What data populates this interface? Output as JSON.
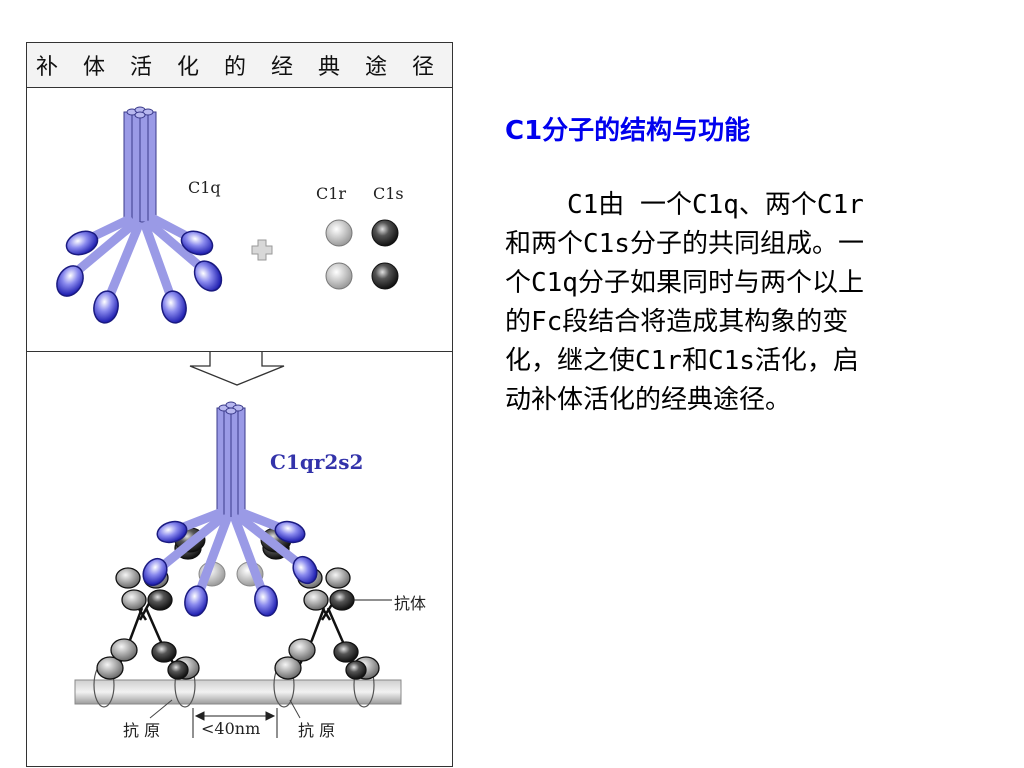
{
  "diagram": {
    "title": "补 体 活 化 的 经 典 途 径",
    "labels": {
      "c1q": "C1q",
      "c1r": "C1r",
      "c1s": "C1s",
      "complex": "C1qr2s2",
      "antibody": "抗体",
      "antigen_left": "抗 原",
      "antigen_right": "抗 原",
      "distance": "<40nm"
    },
    "colors": {
      "c1q_stem": "#9a9ae6",
      "c1q_head": "#3a3ad0",
      "complex_label": "#3333aa",
      "c1r": "#c8c8c8",
      "c1s": "#2a2a2a"
    }
  },
  "text_panel": {
    "heading": "C1分子的结构与功能",
    "description": "C1由 一个C1q、两个C1r 和两个C1s分子的共同组成。一个C1q分子如果同时与两个以上的Fc段结合将造成其构象的变化，继之使C1r和C1s活化，启动补体活化的经典途径。"
  }
}
